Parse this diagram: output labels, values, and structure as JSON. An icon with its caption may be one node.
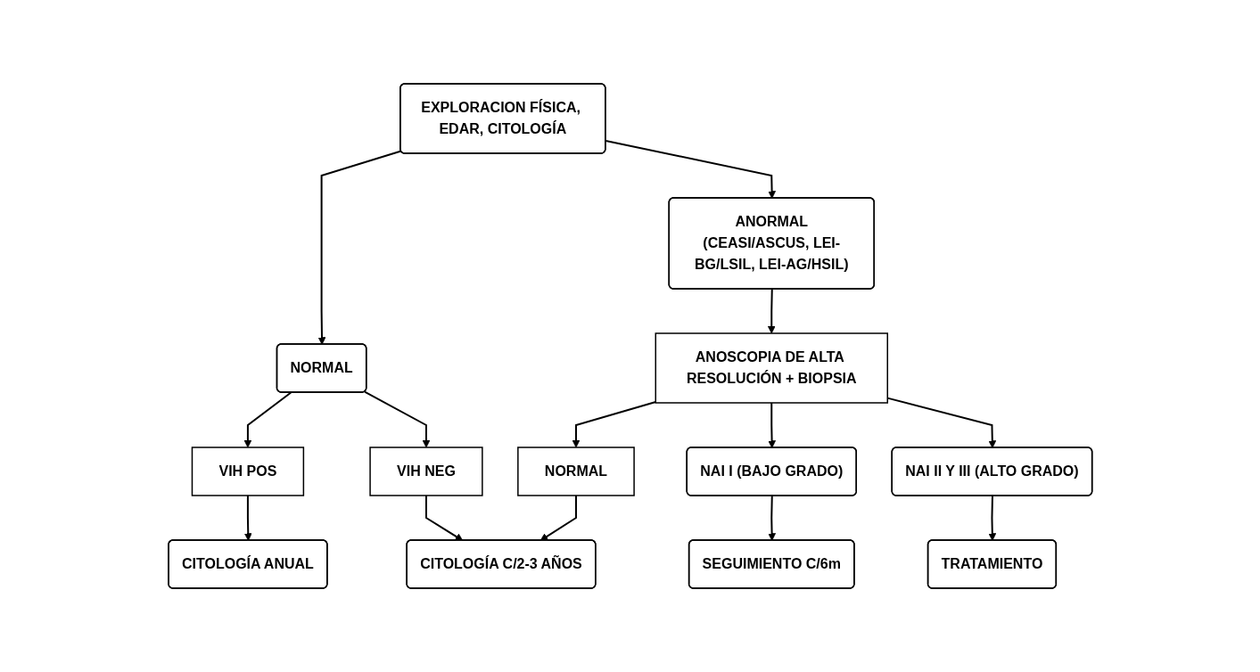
{
  "diagram": {
    "nodes": [
      {
        "text": [
          "EXPLORACION FÍSICA, EDAR, CITOLOGÍA"
        ]
      },
      {
        "text": [
          "NORMAL"
        ]
      },
      {
        "text": [
          "ANORMAL",
          "(CEASI/ASCUS, LEI-BG/LSIL, LEI-AG/HSIL)"
        ]
      },
      {
        "text": [
          "VIH POS"
        ]
      },
      {
        "text": [
          "VIH NEG"
        ]
      },
      {
        "text": [
          "ANOSCOPIA DE ALTA RESOLUCIÓN + BIOPSIA"
        ]
      },
      {
        "text": [
          "CITOLOGÍA ANUAL"
        ]
      },
      {
        "text": [
          "CITOLOGÍA C/2-3 AÑOS"
        ]
      },
      {
        "text": [
          "NORMAL"
        ]
      },
      {
        "text": [
          "NAI I (BAJO GRADO)"
        ]
      },
      {
        "text": [
          "NAI II Y III (ALTO GRADO)"
        ]
      },
      {
        "text": [
          "SEGUIMIENTO C/6m"
        ]
      },
      {
        "text": [
          "TRATAMIENTO"
        ]
      }
    ],
    "edges": [
      {
        "from": 0,
        "to": 1,
        "arrow": "to"
      },
      {
        "from": 0,
        "to": 2,
        "arrow": "to"
      },
      {
        "from": 1,
        "to": 3,
        "arrow": "to"
      },
      {
        "from": 1,
        "to": 4,
        "arrow": "to"
      },
      {
        "from": 2,
        "to": 5,
        "arrow": "to"
      },
      {
        "from": 3,
        "to": 6,
        "arrow": "to"
      },
      {
        "from": 4,
        "to": 7,
        "arrow": "to"
      },
      {
        "from": 5,
        "to": 8,
        "arrow": "to"
      },
      {
        "from": 5,
        "to": 9,
        "arrow": "to"
      },
      {
        "from": 5,
        "to": 10,
        "arrow": "to"
      },
      {
        "from": 8,
        "to": 7,
        "arrow": "to"
      },
      {
        "from": 9,
        "to": 11,
        "arrow": "to"
      },
      {
        "from": 10,
        "to": 12,
        "arrow": "to"
      }
    ]
  }
}
